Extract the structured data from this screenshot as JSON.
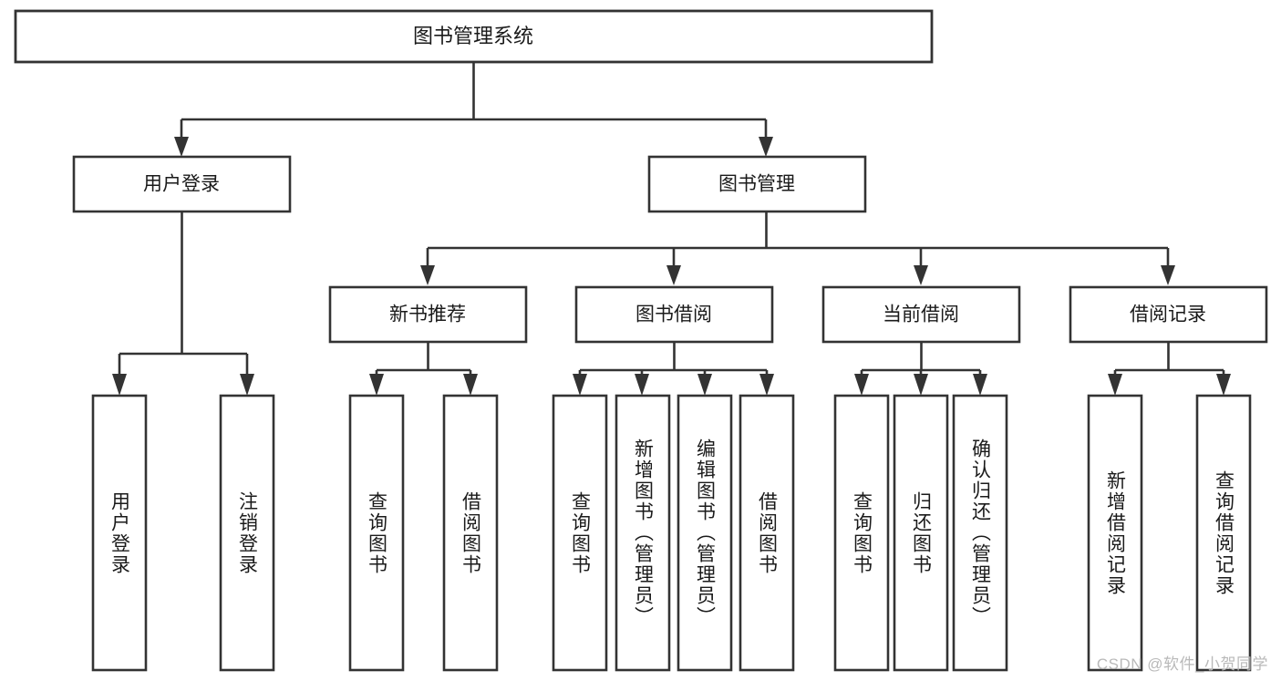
{
  "diagram": {
    "type": "tree-hierarchy",
    "title": "图书管理系统",
    "orientation": "top-down",
    "colors": {
      "box_fill": "#ffffff",
      "box_stroke": "#333333",
      "text": "#1a1a1a",
      "watermark": "#b9b9b9",
      "background": "#ffffff"
    },
    "levels": [
      {
        "level": 1,
        "nodes": [
          {
            "id": "root",
            "label": "图书管理系统",
            "orientation": "horizontal"
          }
        ]
      },
      {
        "level": 2,
        "nodes": [
          {
            "id": "user-login",
            "label": "用户登录",
            "orientation": "horizontal",
            "parent": "root"
          },
          {
            "id": "book-management",
            "label": "图书管理",
            "orientation": "horizontal",
            "parent": "root"
          }
        ]
      },
      {
        "level": 3,
        "nodes": [
          {
            "id": "new-book-recommend",
            "label": "新书推荐",
            "orientation": "horizontal",
            "parent": "book-management"
          },
          {
            "id": "book-borrow",
            "label": "图书借阅",
            "orientation": "horizontal",
            "parent": "book-management"
          },
          {
            "id": "current-borrow",
            "label": "当前借阅",
            "orientation": "horizontal",
            "parent": "book-management"
          },
          {
            "id": "borrow-record",
            "label": "借阅记录",
            "orientation": "horizontal",
            "parent": "book-management"
          }
        ]
      },
      {
        "level": 4,
        "nodes": [
          {
            "id": "leaf-user-login",
            "label": "用户登录",
            "orientation": "vertical",
            "parent": "user-login"
          },
          {
            "id": "leaf-logout",
            "label": "注销登录",
            "orientation": "vertical",
            "parent": "user-login"
          },
          {
            "id": "leaf-query-book-1",
            "label": "查询图书",
            "orientation": "vertical",
            "parent": "new-book-recommend"
          },
          {
            "id": "leaf-borrow-book-1",
            "label": "借阅图书",
            "orientation": "vertical",
            "parent": "new-book-recommend"
          },
          {
            "id": "leaf-query-book-2",
            "label": "查询图书",
            "orientation": "vertical",
            "parent": "book-borrow"
          },
          {
            "id": "leaf-add-book",
            "label": "新增图书（管理员）",
            "orientation": "vertical",
            "parent": "book-borrow"
          },
          {
            "id": "leaf-edit-book",
            "label": "编辑图书（管理员）",
            "orientation": "vertical",
            "parent": "book-borrow"
          },
          {
            "id": "leaf-borrow-book-2",
            "label": "借阅图书",
            "orientation": "vertical",
            "parent": "book-borrow"
          },
          {
            "id": "leaf-query-book-3",
            "label": "查询图书",
            "orientation": "vertical",
            "parent": "current-borrow"
          },
          {
            "id": "leaf-return-book",
            "label": "归还图书",
            "orientation": "vertical",
            "parent": "current-borrow"
          },
          {
            "id": "leaf-confirm-return",
            "label": "确认归还（管理员）",
            "orientation": "vertical",
            "parent": "current-borrow"
          },
          {
            "id": "leaf-add-record",
            "label": "新增借阅记录",
            "orientation": "vertical",
            "parent": "borrow-record"
          },
          {
            "id": "leaf-query-record",
            "label": "查询借阅记录",
            "orientation": "vertical",
            "parent": "borrow-record"
          }
        ]
      }
    ]
  },
  "watermark": {
    "text": "CSDN @软件_小贺同学"
  }
}
